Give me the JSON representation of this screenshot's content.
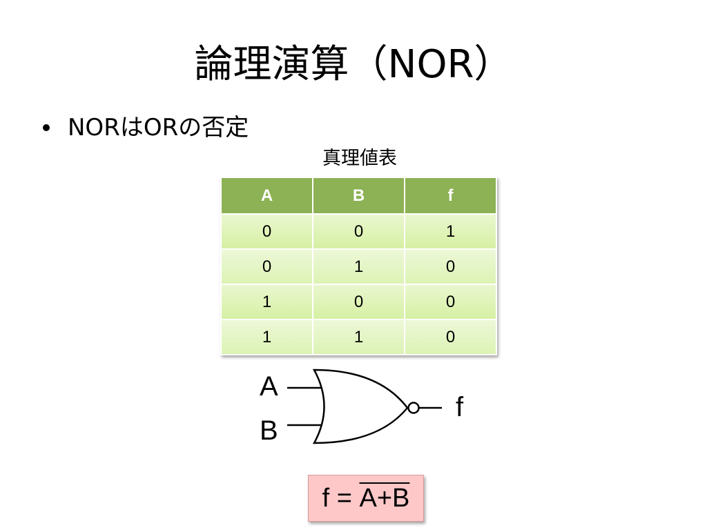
{
  "slide": {
    "title": "論理演算（NOR）",
    "bullet": "NORはORの否定"
  },
  "truth_table": {
    "caption": "真理値表",
    "headers": [
      "A",
      "B",
      "f"
    ],
    "rows": [
      [
        "0",
        "0",
        "1"
      ],
      [
        "0",
        "1",
        "0"
      ],
      [
        "1",
        "0",
        "0"
      ],
      [
        "1",
        "1",
        "0"
      ]
    ],
    "header_color": "#8db155",
    "cell_color": "#dcf3b4"
  },
  "gate": {
    "input_a": "A",
    "input_b": "B",
    "output": "f"
  },
  "formula": {
    "lhs": "f = ",
    "rhs": "A+B",
    "box_color": "#ffc8c8"
  }
}
